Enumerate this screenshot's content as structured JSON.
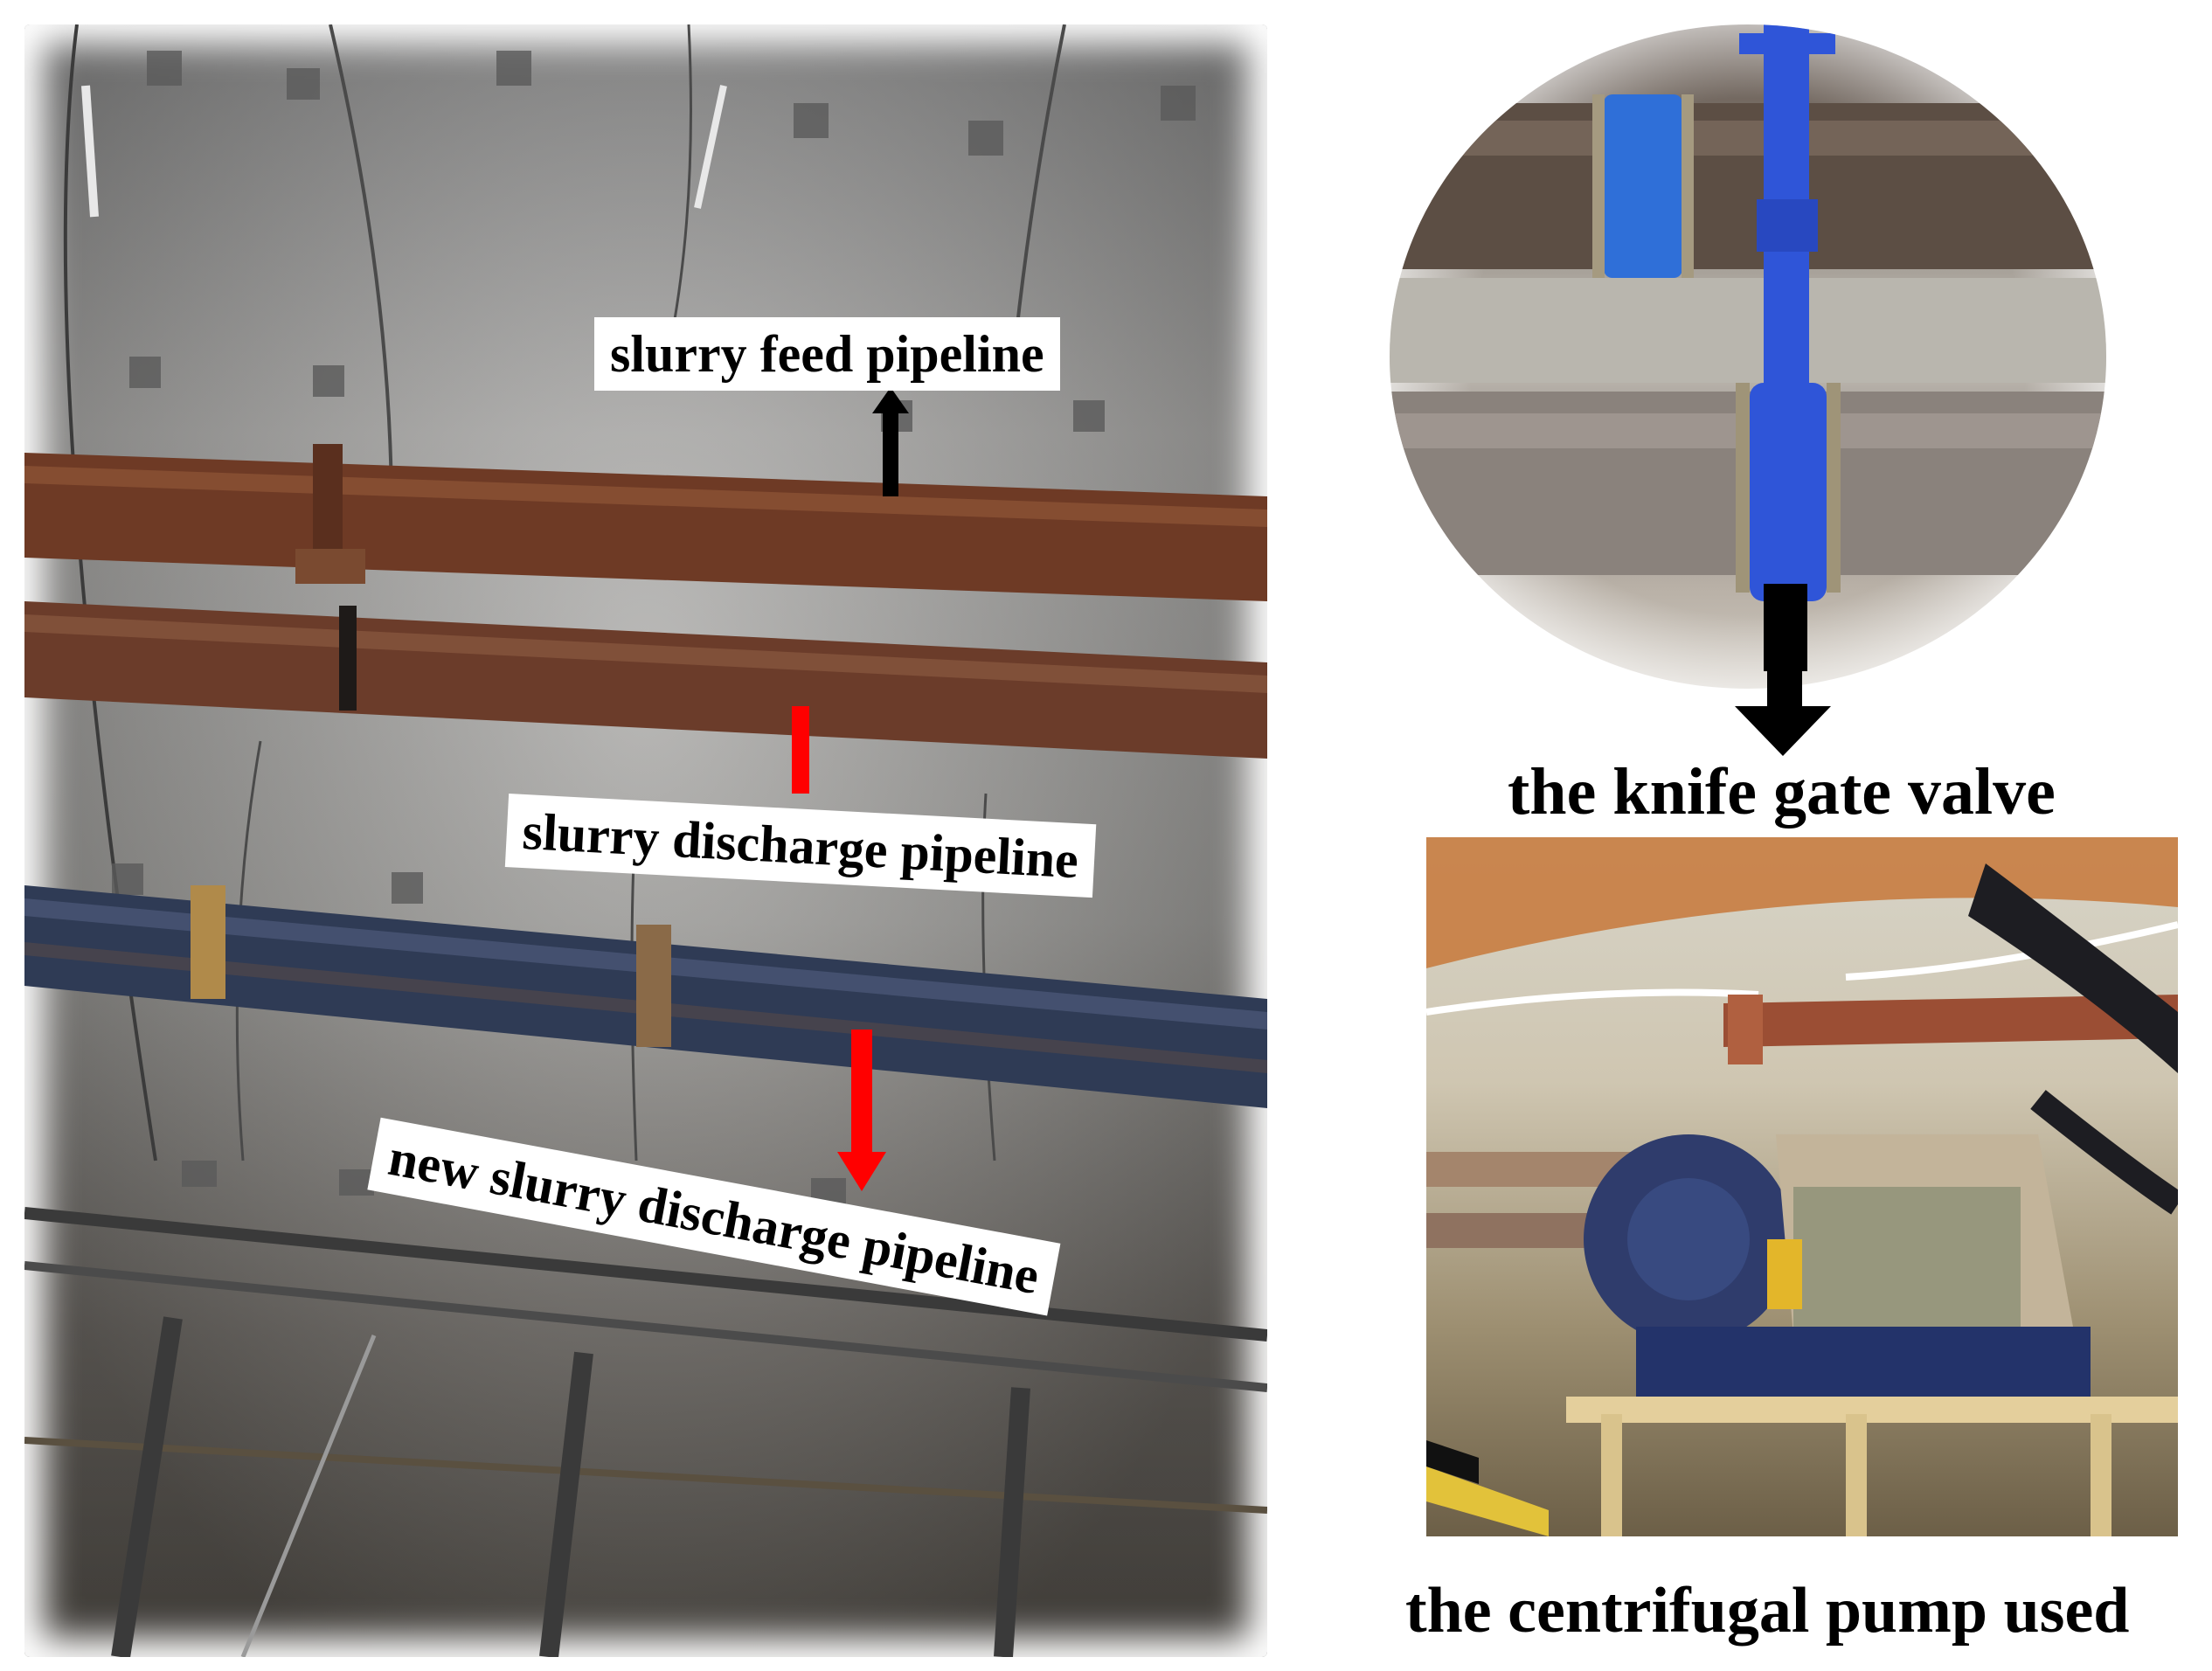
{
  "labels": {
    "slurry_feed": "slurry feed pipeline",
    "slurry_discharge": "slurry discharge pipeline",
    "new_slurry_discharge": "new slurry discharge pipeline",
    "knife_gate_valve": "the knife gate valve",
    "centrifugal_pump": "the centrifugal pump used"
  },
  "colors": {
    "arrow_black": "#000000",
    "arrow_red": "#ff0000",
    "valve_blue": "#2f55d8",
    "rust_pipe": "#6e3a25",
    "blue_pipe": "#2f3b55"
  }
}
